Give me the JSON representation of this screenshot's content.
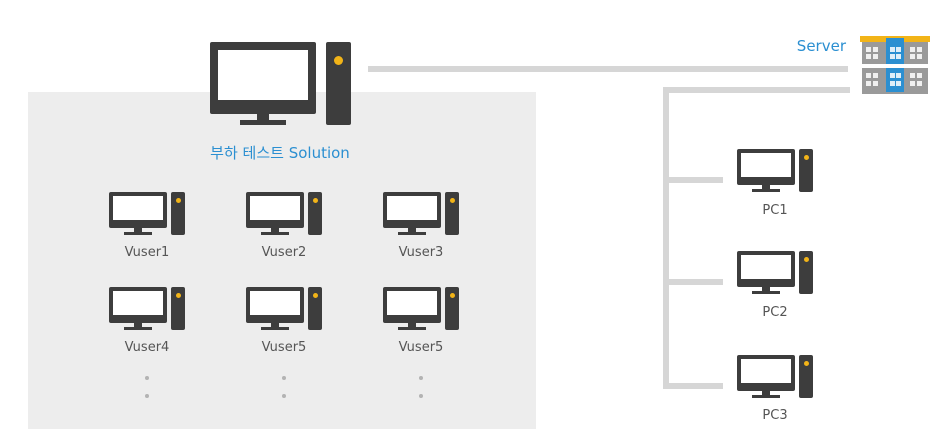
{
  "load_test": {
    "title": "부하 테스트 Solution",
    "vusers": [
      "Vuser1",
      "Vuser2",
      "Vuser3",
      "Vuser4",
      "Vuser5",
      "Vuser5"
    ]
  },
  "server": {
    "label": "Server"
  },
  "clients": [
    "PC1",
    "PC2",
    "PC3"
  ],
  "colors": {
    "accent": "#2b8fd1",
    "led": "#f2b418",
    "icon": "#3d3d3d",
    "panel": "#ededed",
    "connector": "#d6d6d6"
  }
}
